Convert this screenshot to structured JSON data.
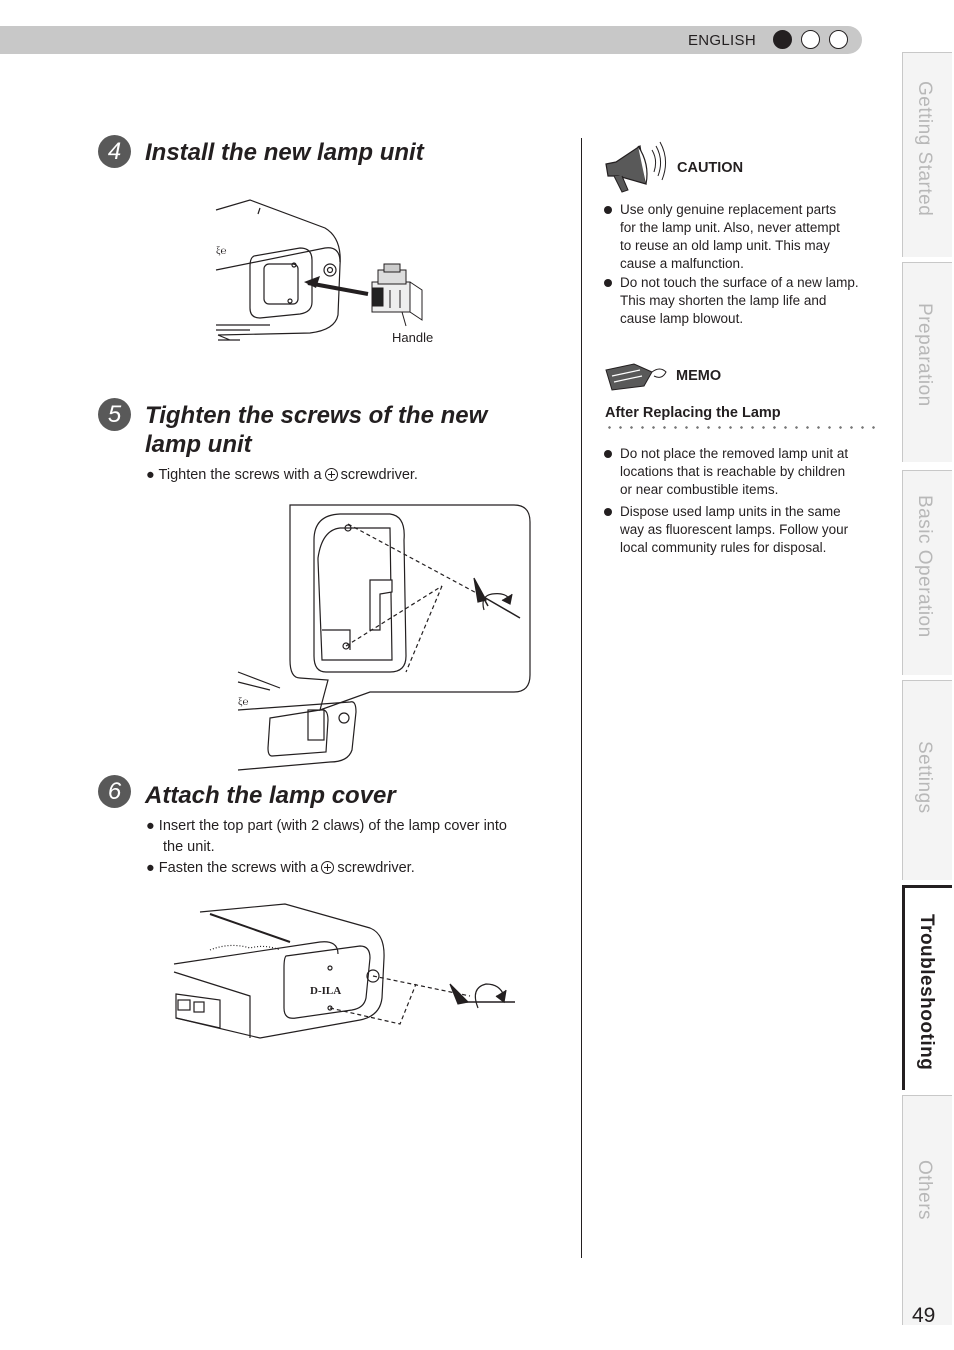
{
  "header": {
    "language": "ENGLISH"
  },
  "side_tabs": [
    {
      "label": "Getting Started",
      "active": false
    },
    {
      "label": "Preparation",
      "active": false
    },
    {
      "label": "Basic Operation",
      "active": false
    },
    {
      "label": "Settings",
      "active": false
    },
    {
      "label": "Troubleshooting",
      "active": true
    },
    {
      "label": "Others",
      "active": false
    }
  ],
  "page_number": "49",
  "steps": [
    {
      "number": "4",
      "title_line1": "Install the new lamp unit",
      "figure_label": "Handle"
    },
    {
      "number": "5",
      "title_line1": "Tighten the screws of the new",
      "title_line2": "lamp unit",
      "bullet1_before": "Tighten the screws with a",
      "bullet1_after": "screwdriver."
    },
    {
      "number": "6",
      "title_line1": "Attach the lamp cover",
      "bullet1_line1": "Insert the top part (with 2 claws) of the lamp cover into",
      "bullet1_line2": "the unit.",
      "bullet2_before": "Fasten the screws with a",
      "bullet2_after": "screwdriver.",
      "logo_text": "D-ILA"
    }
  ],
  "caution": {
    "heading": "CAUTION",
    "items": [
      [
        "Use only genuine replacement parts",
        "for the lamp unit. Also, never attempt",
        "to reuse an old lamp unit. This may",
        "cause a malfunction."
      ],
      [
        "Do not touch the surface of a new lamp.",
        "This may shorten the lamp life  and",
        "cause lamp blowout."
      ]
    ]
  },
  "memo": {
    "heading": "MEMO",
    "subheading": "After Replacing the Lamp",
    "items": [
      [
        "Do not place the removed lamp unit at",
        "locations that is reachable by children",
        "or near combustible items."
      ],
      [
        "Dispose used lamp units in the same",
        "way as fluorescent lamps. Follow your",
        "local community rules for disposal."
      ]
    ]
  },
  "colors": {
    "header_bar": "#c8c8c8",
    "text": "#231f20",
    "step_circle": "#595959",
    "inactive_tab_text": "#b8b8b8"
  }
}
